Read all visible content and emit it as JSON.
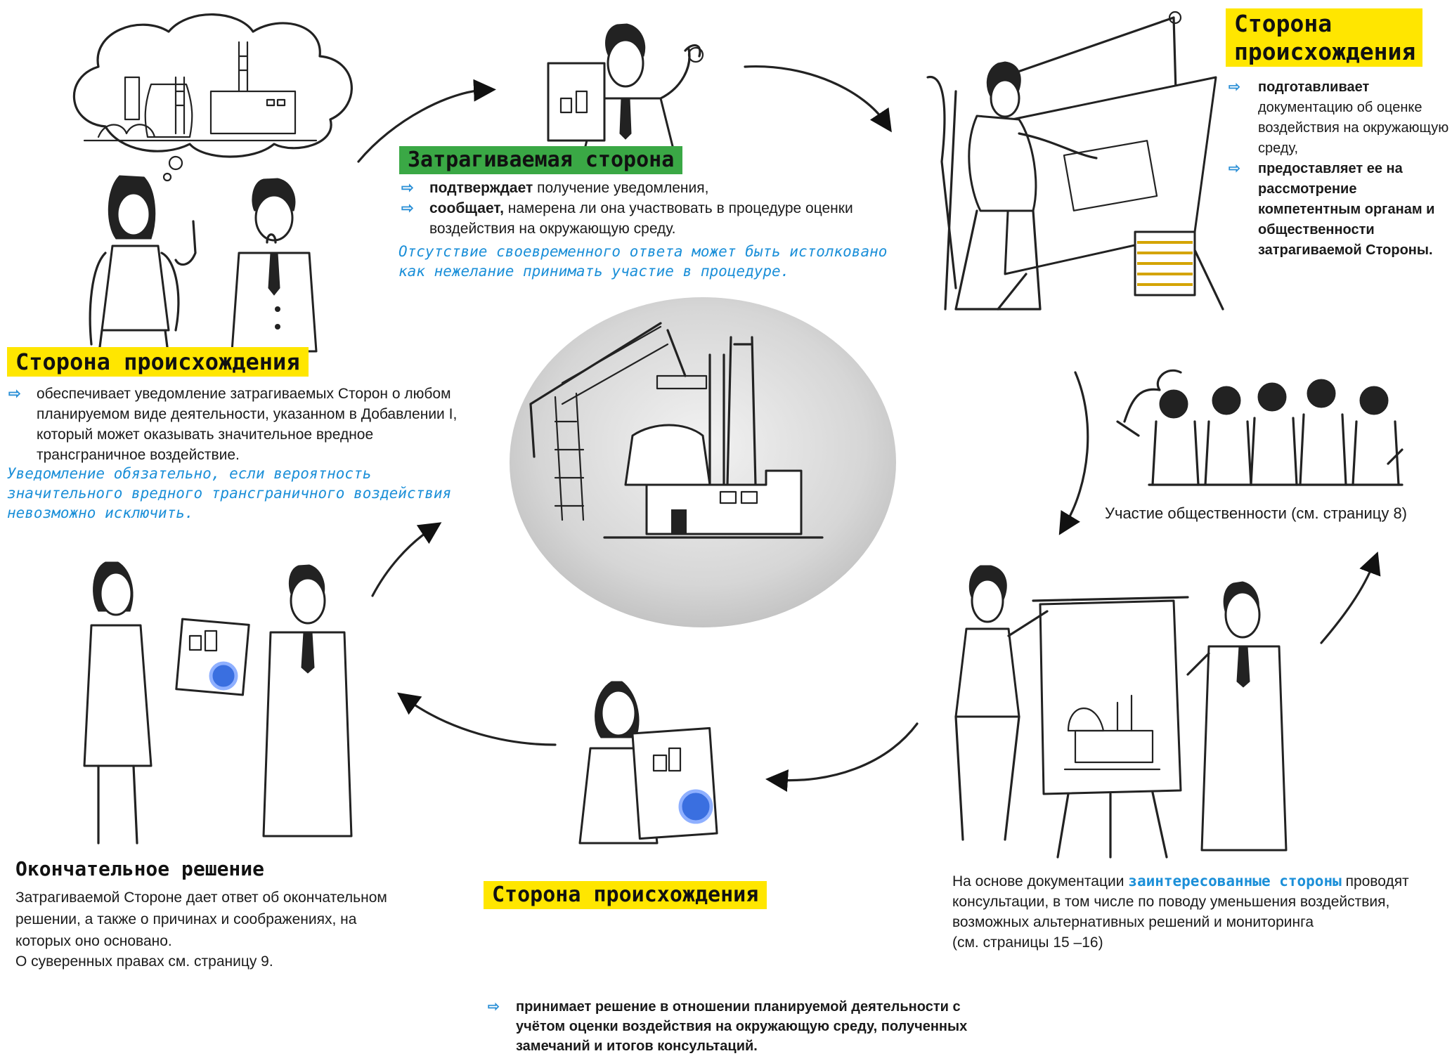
{
  "top_left": {
    "heading": "Сторона происхождения",
    "bullet": "обеспечивает уведомление затрагиваемых Сторон о любом планируемом виде деятельности, указанном в Добавлении I, который может оказывать значительное вредное трансграничное воздействие.",
    "note": "Уведомление обязательно, если вероятность значительного вредного трансграничного воздействия невозможно исключить."
  },
  "top_center": {
    "heading": "Затрагиваемая сторона",
    "bullet1_bold": "подтверждает",
    "bullet1_rest": " получение уведомления,",
    "bullet2_bold": "сообщает,",
    "bullet2_rest": " намерена ли она участвовать в процедуре оценки воздействия на окружающую среду.",
    "note": "Отсутствие своевременного ответа может быть истолковано как нежелание принимать участие в процедуре."
  },
  "top_right": {
    "heading": "Сторона происхождения",
    "bullet1_bold": "подготавливает",
    "bullet1_rest": "документацию об оценке воздействия на окружающую среду,",
    "bullet2_bold": "предоставляет ее на рассмотрение компетентным органам и общественности затрагиваемой Стороны."
  },
  "public": {
    "caption": "Участие общественности (см. страницу 8)"
  },
  "bottom_right": {
    "text_before": "На основе документации ",
    "highlight": "заинтересованные стороны",
    "text_after": " проводят консультации, в том числе по поводу уменьшения воздействия, возможных альтернативных решений и мониторинга",
    "pages": "(см. страницы 15 –16)"
  },
  "bottom_center": {
    "heading": "Сторона происхождения",
    "bullet_bold": "принимает решение в отношении планируемой деятельности с учётом оценки воздействия на окружающую среду, полученных замечаний и итогов консультаций."
  },
  "bottom_left": {
    "heading": "Окончательное решение",
    "text": "Затрагиваемой Стороне дает ответ об окончательном решении, а также о причинах и соображениях, на которых оно основано.",
    "rights": "О суверенных правах см. страницу 9."
  },
  "colors": {
    "highlight_yellow": "#ffe600",
    "highlight_green": "#3aa845",
    "accent_blue": "#1b8fd8",
    "stamp_blue": "#3a6fe0"
  },
  "icons": [
    "arrow-icon",
    "factory-icon",
    "crane-icon",
    "person-icon",
    "drafting-table-icon",
    "flipchart-icon",
    "document-stack-icon"
  ]
}
